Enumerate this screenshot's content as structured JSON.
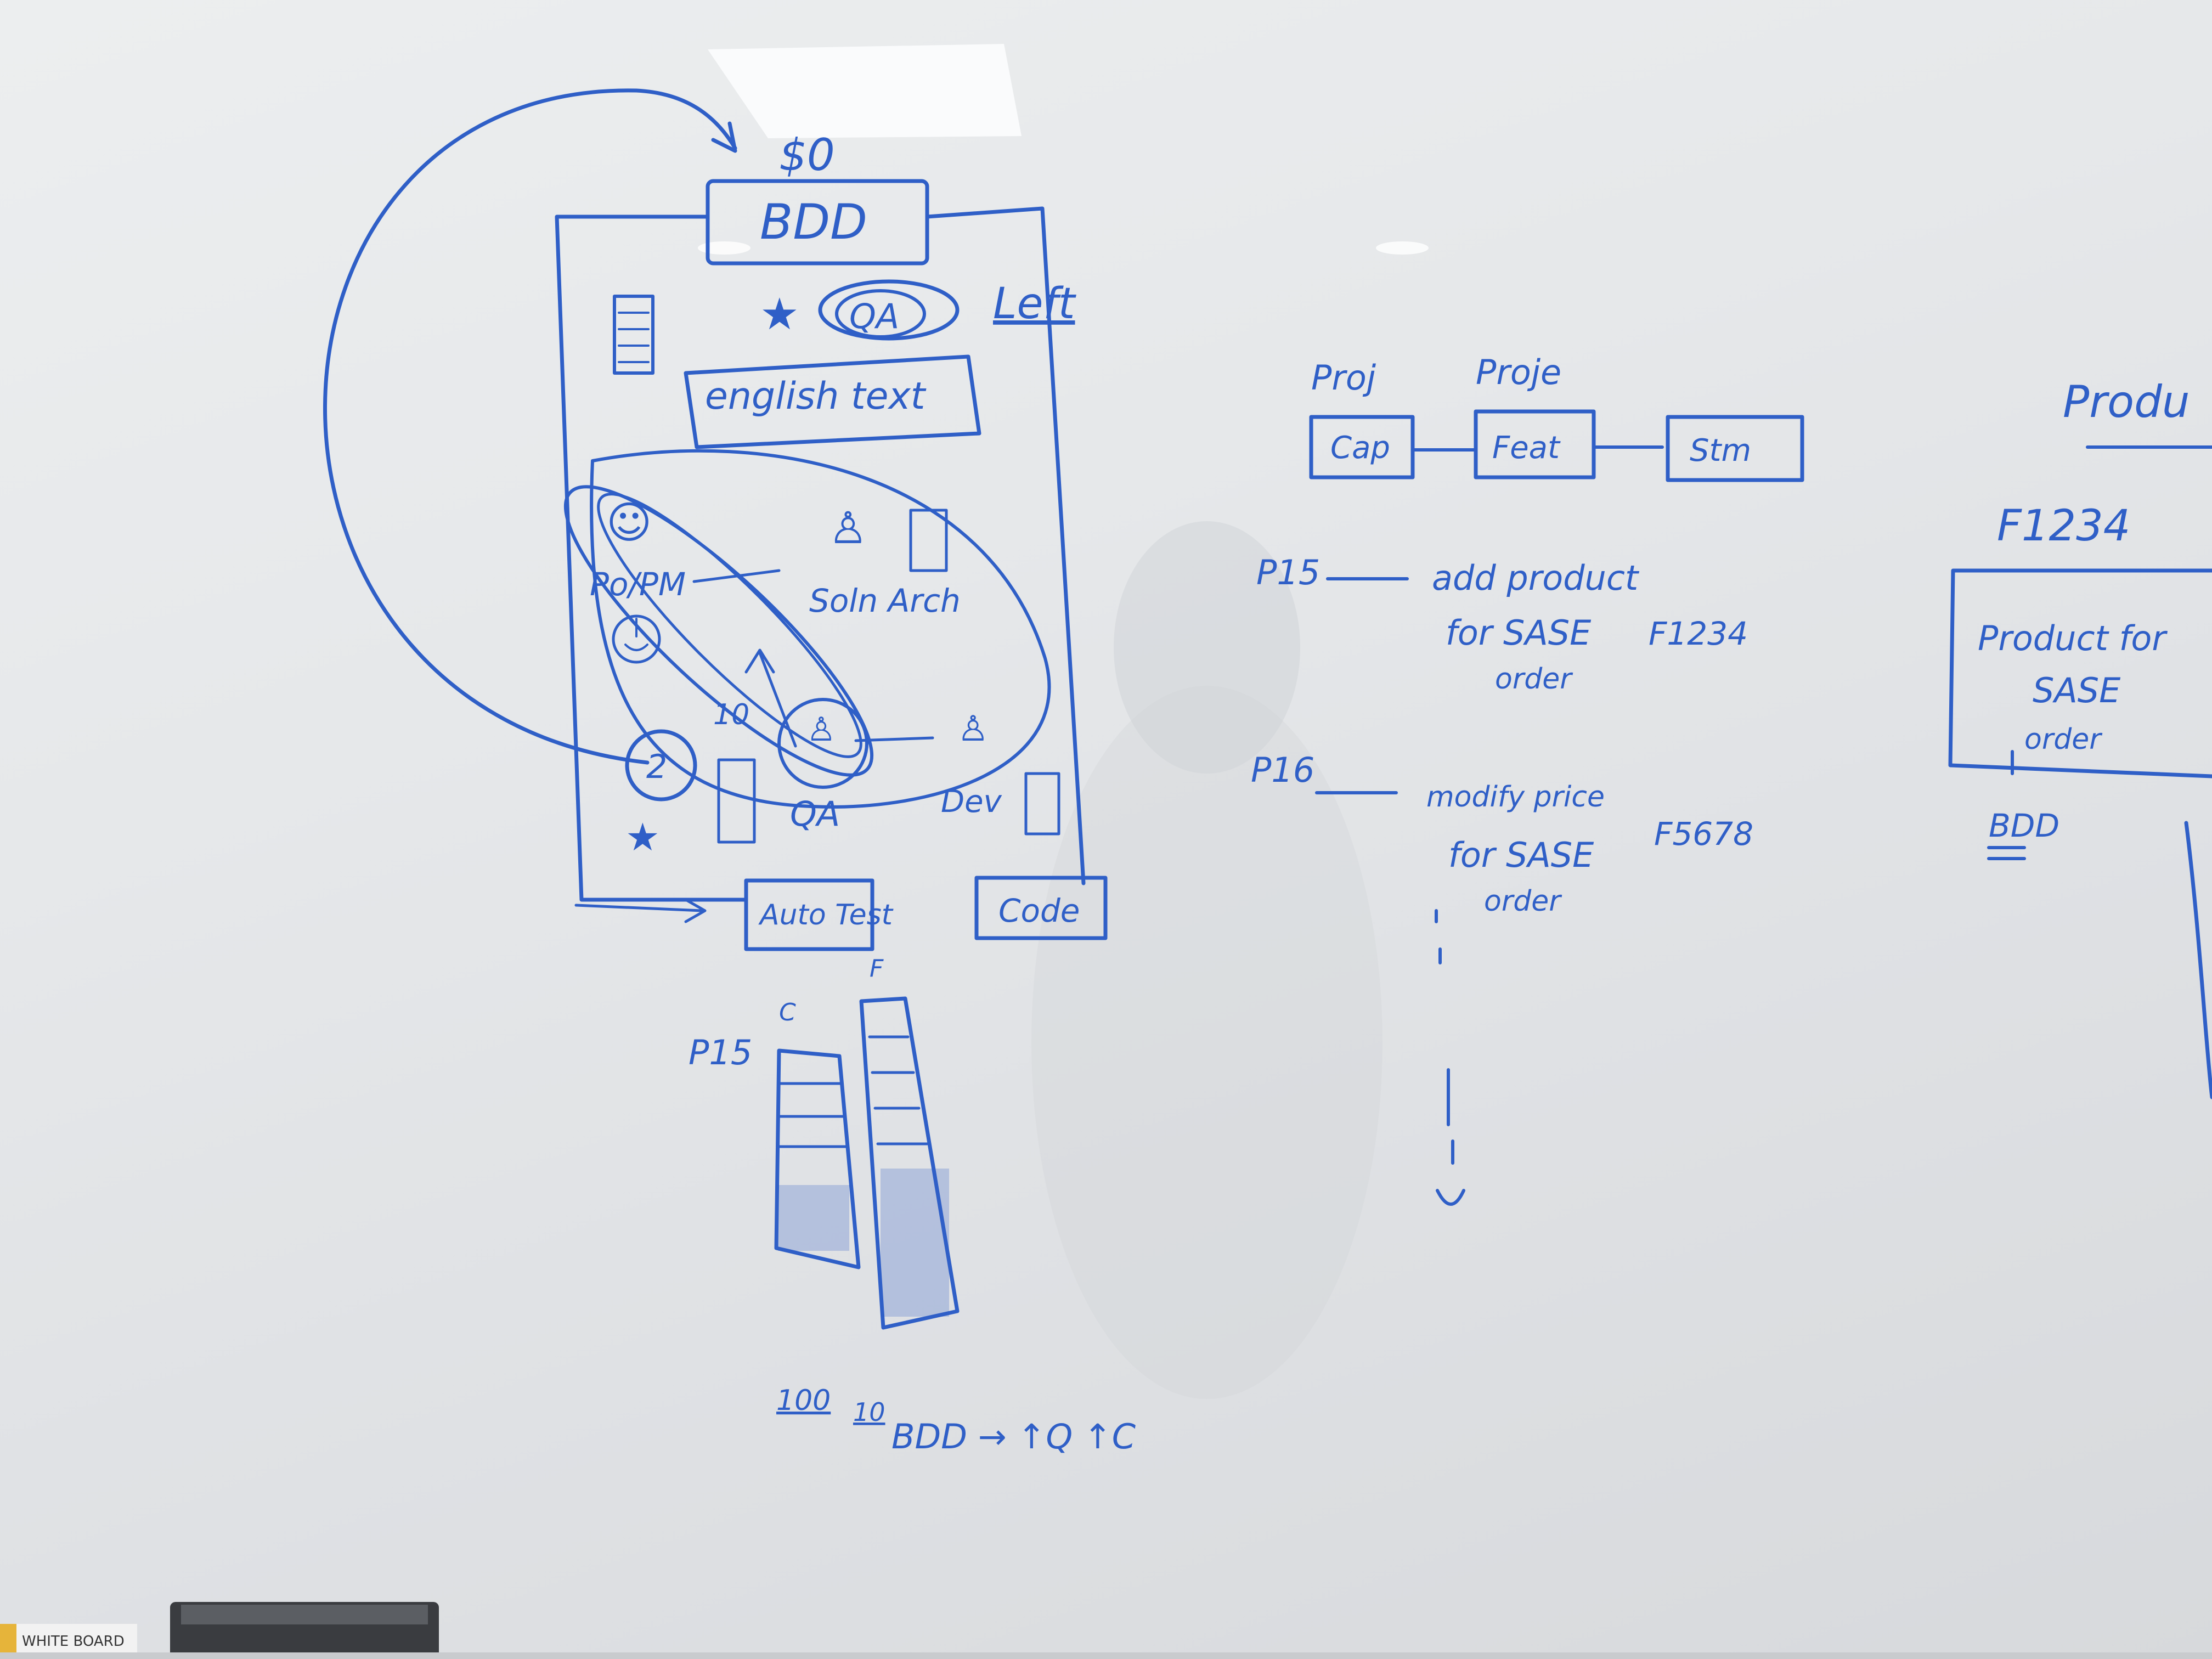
{
  "ink_color": "#2f5fc7",
  "board": {
    "left_diagram": {
      "top_mark": "$0",
      "bdd_box": "BDD",
      "qa_circle": "QA",
      "left_label": "Left",
      "english_text_box": "english text",
      "po_pm_label": "Po/PM",
      "soln_arch_label": "Soln Arch",
      "number_10": "10",
      "number_2": "2",
      "qa_label": "QA",
      "dev_label": "Dev",
      "auto_test_box": "Auto Test",
      "code_box": "Code",
      "p15_label": "P15",
      "col_c_label": "C",
      "col_f_label": "F",
      "bottom_100": "100",
      "bottom_10": "10",
      "bottom_line": "BDD → ↑Q ↑C"
    },
    "middle": {
      "header_1": "Proj",
      "header_2": "Proje",
      "box_1": "Cap",
      "box_2": "Feat",
      "box_3": "Stm",
      "p15_label": "P15",
      "p15_line_1": "add product",
      "p15_line_2": "for SASE",
      "p15_line_3": "order",
      "p15_ref": "F1234",
      "p16_label": "P16",
      "p16_line_1": "modify price",
      "p16_line_2": "for SASE",
      "p16_line_3": "order",
      "p16_ref": "F5678"
    },
    "right": {
      "heading": "Produ",
      "f_label": "F1234",
      "box_line_1": "Product for",
      "box_line_2": "SASE",
      "box_line_3": "order",
      "bdd_label": "BDD"
    }
  },
  "eraser_label": "WHITE BOARD"
}
